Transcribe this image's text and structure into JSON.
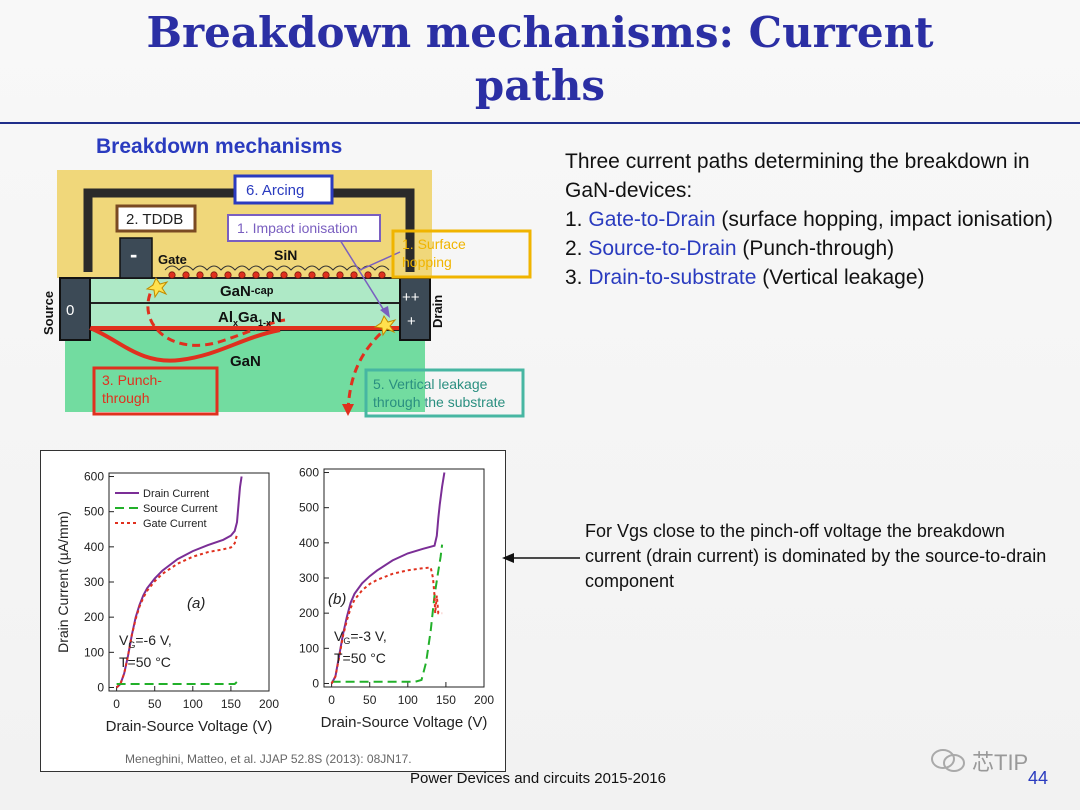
{
  "slide": {
    "title_line1": "Breakdown mechanisms: Current",
    "title_line2": "paths",
    "diagram_heading": "Breakdown mechanisms",
    "right_intro": "Three current paths determining the breakdown in GaN-devices:",
    "items": [
      {
        "num": "1.",
        "key": "Gate-to-Drain",
        "rest": " (surface hopping, impact ionisation)"
      },
      {
        "num": "2.",
        "key": "Source-to-Drain",
        "rest": " (Punch-through)"
      },
      {
        "num": "3.",
        "key": "Drain-to-substrate",
        "rest": " (Vertical leakage)"
      }
    ],
    "note": "For Vgs close to the pinch-off voltage the breakdown current (drain current) is dominated by the source-to-drain component",
    "footer": "Power Devices and circuits 2015-2016",
    "page_number": "44",
    "brand": "芯TIP",
    "citation": "Meneghini, Matteo, et al. JJAP 52.8S (2013): 08JN17."
  },
  "diagram": {
    "labels": {
      "arcing": "6. Arcing",
      "tddb": "2. TDDB",
      "impact": "1. Impact ionisation",
      "surface1": "1. Surface",
      "surface2": "hopping",
      "gate": "Gate",
      "minus": "-",
      "sin": "SiN",
      "gan_cap": "GaN",
      "gan_cap_sup": "-cap",
      "algan": "AlxGa1-xN",
      "algan_main": "Al",
      "algan_x": "x",
      "algan_ga": "Ga",
      "algan_sub": "1-x",
      "algan_n": "N",
      "gan": "GaN",
      "source": "Source",
      "drain": "Drain",
      "zero": "0",
      "plusplus": "++",
      "plus": "+",
      "punch1": "3. Punch-",
      "punch2": "through",
      "vert1": "5. Vertical leakage",
      "vert2": "through the substrate"
    },
    "colors": {
      "yellow": "#f0d77a",
      "green": "#72dca0",
      "light_green": "#aee9c6",
      "red": "#e0301e",
      "blue_box": "#2a3bbf",
      "orange_box": "#f0b400",
      "teal_box": "#47b6a2",
      "brown_box": "#7a4a22",
      "purple_box": "#7a5fc0"
    }
  },
  "chart_data": [
    {
      "type": "line",
      "panel_label": "(a)",
      "annotation_line1": "V",
      "annotation_sub": "G",
      "annotation_rest": "=-6 V,",
      "annotation_line2": "T=50 °C",
      "xlabel": "Drain-Source Voltage (V)",
      "ylabel": "Drain Current (µA/mm)",
      "xlim": [
        -10,
        200
      ],
      "ylim": [
        -10,
        610
      ],
      "xticks": [
        0,
        50,
        100,
        150,
        200
      ],
      "yticks": [
        0,
        100,
        200,
        300,
        400,
        500,
        600
      ],
      "legend": [
        "Drain Current",
        "Source Current",
        "Gate Current"
      ],
      "legend_position": "top-left",
      "series": [
        {
          "name": "Drain Current",
          "color": "#7b2e96",
          "dash": "none",
          "x": [
            0,
            5,
            10,
            15,
            20,
            25,
            30,
            35,
            40,
            50,
            60,
            80,
            100,
            120,
            140,
            150,
            155,
            158,
            160,
            162,
            164
          ],
          "y": [
            0,
            10,
            40,
            90,
            150,
            200,
            235,
            262,
            282,
            310,
            332,
            365,
            388,
            405,
            420,
            432,
            445,
            470,
            520,
            570,
            600
          ]
        },
        {
          "name": "Source Current",
          "color": "#22b02a",
          "dash": "9,5",
          "x": [
            0,
            20,
            40,
            80,
            120,
            150,
            155,
            160
          ],
          "y": [
            10,
            10,
            10,
            10,
            10,
            10,
            10,
            20
          ]
        },
        {
          "name": "Gate Current",
          "color": "#e0301e",
          "dash": "3,3",
          "x": [
            0,
            5,
            10,
            15,
            20,
            25,
            30,
            35,
            40,
            50,
            60,
            80,
            100,
            120,
            140,
            150,
            155,
            158
          ],
          "y": [
            0,
            10,
            40,
            90,
            150,
            195,
            230,
            255,
            275,
            302,
            323,
            352,
            372,
            385,
            393,
            398,
            410,
            435
          ]
        }
      ]
    },
    {
      "type": "line",
      "panel_label": "(b)",
      "annotation_line1": "V",
      "annotation_sub": "G",
      "annotation_rest": "=-3 V,",
      "annotation_line2": "T=50 °C",
      "xlabel": "Drain-Source Voltage (V)",
      "ylabel": "",
      "xlim": [
        -10,
        200
      ],
      "ylim": [
        -10,
        610
      ],
      "xticks": [
        0,
        50,
        100,
        150,
        200
      ],
      "yticks": [
        0,
        100,
        200,
        300,
        400,
        500,
        600
      ],
      "series": [
        {
          "name": "Drain Current",
          "color": "#7b2e96",
          "dash": "none",
          "x": [
            0,
            5,
            10,
            15,
            20,
            25,
            30,
            40,
            50,
            60,
            80,
            100,
            120,
            135,
            138,
            140,
            142,
            145,
            148
          ],
          "y": [
            0,
            20,
            80,
            140,
            190,
            230,
            255,
            285,
            305,
            322,
            350,
            370,
            383,
            392,
            420,
            470,
            510,
            560,
            600
          ]
        },
        {
          "name": "Source Current",
          "color": "#22b02a",
          "dash": "9,5",
          "x": [
            0,
            40,
            80,
            110,
            118,
            124,
            130,
            135,
            140,
            143,
            145
          ],
          "y": [
            5,
            5,
            5,
            5,
            10,
            60,
            150,
            250,
            320,
            360,
            395
          ]
        },
        {
          "name": "Gate Current",
          "color": "#e0301e",
          "dash": "3,3",
          "x": [
            0,
            5,
            10,
            15,
            20,
            25,
            30,
            40,
            50,
            60,
            80,
            100,
            120,
            130,
            133,
            135,
            136,
            138,
            140,
            145
          ],
          "y": [
            0,
            20,
            75,
            135,
            180,
            215,
            238,
            265,
            283,
            295,
            312,
            322,
            328,
            330,
            300,
            250,
            200,
            250,
            200,
            200
          ]
        }
      ]
    }
  ]
}
